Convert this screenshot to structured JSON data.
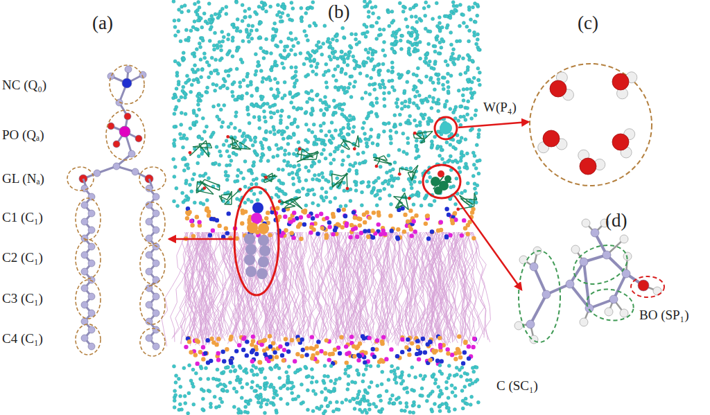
{
  "diagram": {
    "labels": [
      "(a)",
      "(b)",
      "(c)",
      "NC (Q₀)",
      "PO (Qₐ)",
      "W(P₄)",
      "GL (Nₐ)",
      "C1 (C₁)",
      "(d)",
      "C2 (C₁)",
      "C3 (C₁)",
      "BO (SP₁)",
      "C4 (C₁)",
      "C (SC₁)"
    ]
  }
}
